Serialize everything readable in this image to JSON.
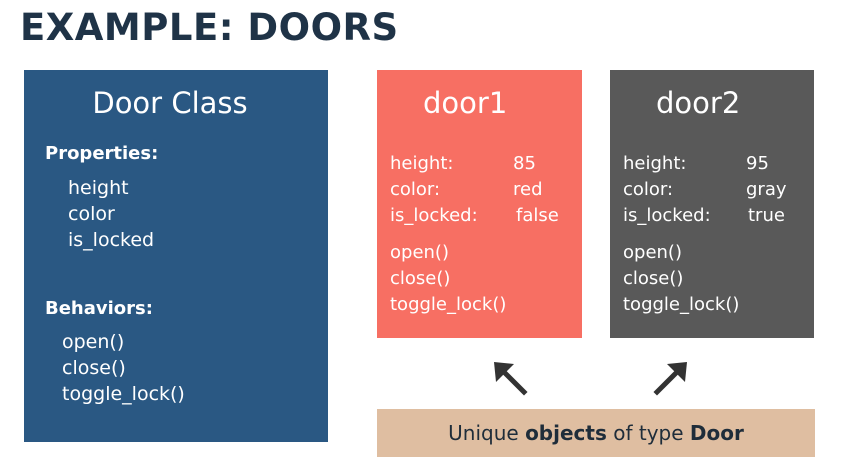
{
  "title": "EXAMPLE: DOORS",
  "door_class": {
    "title": "Door Class",
    "properties_heading": "Properties:",
    "properties": [
      "height",
      "color",
      "is_locked"
    ],
    "behaviors_heading": "Behaviors:",
    "behaviors": [
      "open()",
      "close()",
      "toggle_lock()"
    ]
  },
  "objects": [
    {
      "name": "door1",
      "color": "#f76f63",
      "properties": [
        {
          "key": "height:",
          "value": "85"
        },
        {
          "key": "color:",
          "value": "red"
        },
        {
          "key": "is_locked:",
          "value": "false"
        }
      ],
      "methods": [
        "open()",
        "close()",
        "toggle_lock()"
      ]
    },
    {
      "name": "door2",
      "color": "#595959",
      "properties": [
        {
          "key": "height:",
          "value": "95"
        },
        {
          "key": "color:",
          "value": "gray"
        },
        {
          "key": "is_locked:",
          "value": "true"
        }
      ],
      "methods": [
        "open()",
        "close()",
        "toggle_lock()"
      ]
    }
  ],
  "caption": {
    "part1": "Unique ",
    "part2": "objects",
    "part3": " of type ",
    "part4": "Door"
  },
  "colors": {
    "class_box": "#2a5883",
    "caption_box": "#dfbea1",
    "title_text": "#1f3347"
  },
  "icons": {
    "arrow_left": "arrow-up-left-icon",
    "arrow_right": "arrow-up-right-icon"
  }
}
